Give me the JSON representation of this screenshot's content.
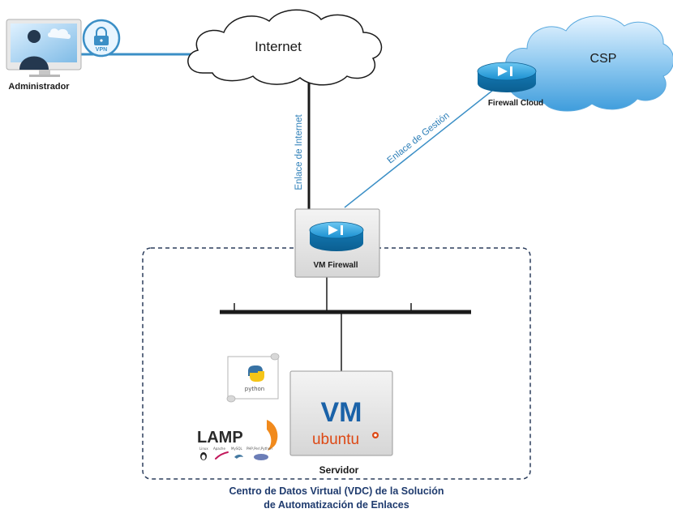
{
  "nodes": {
    "admin_label": "Administrador",
    "vpn_label": "VPN",
    "internet_label": "Internet",
    "csp_label": "CSP",
    "firewall_cloud_label": "Firewall Cloud",
    "vm_firewall_label": "VM Firewall",
    "server_label": "Servidor"
  },
  "links": {
    "internet_link_label": "Enlace de Internet",
    "management_link_label": "Enlace de Gestión"
  },
  "server": {
    "vm_text": "VM",
    "os_text": "ubuntu",
    "python_text": "python",
    "lamp_text": "LAMP",
    "lamp_sub": [
      "Linux",
      "Apache",
      "MySQL",
      "PHP,Perl,Python"
    ]
  },
  "caption": {
    "line1": "Centro de Datos Virtual (VDC) de la Solución",
    "line2": "de Automatización de Enlaces"
  },
  "colors": {
    "link_blue": "#3b8fc6",
    "label_blue": "#2e7fb8",
    "router_blue": "#1a8fd0",
    "ubuntu_orange": "#dd4814",
    "vm_blue": "#1a62a8",
    "caption_navy": "#1f3b6e"
  }
}
